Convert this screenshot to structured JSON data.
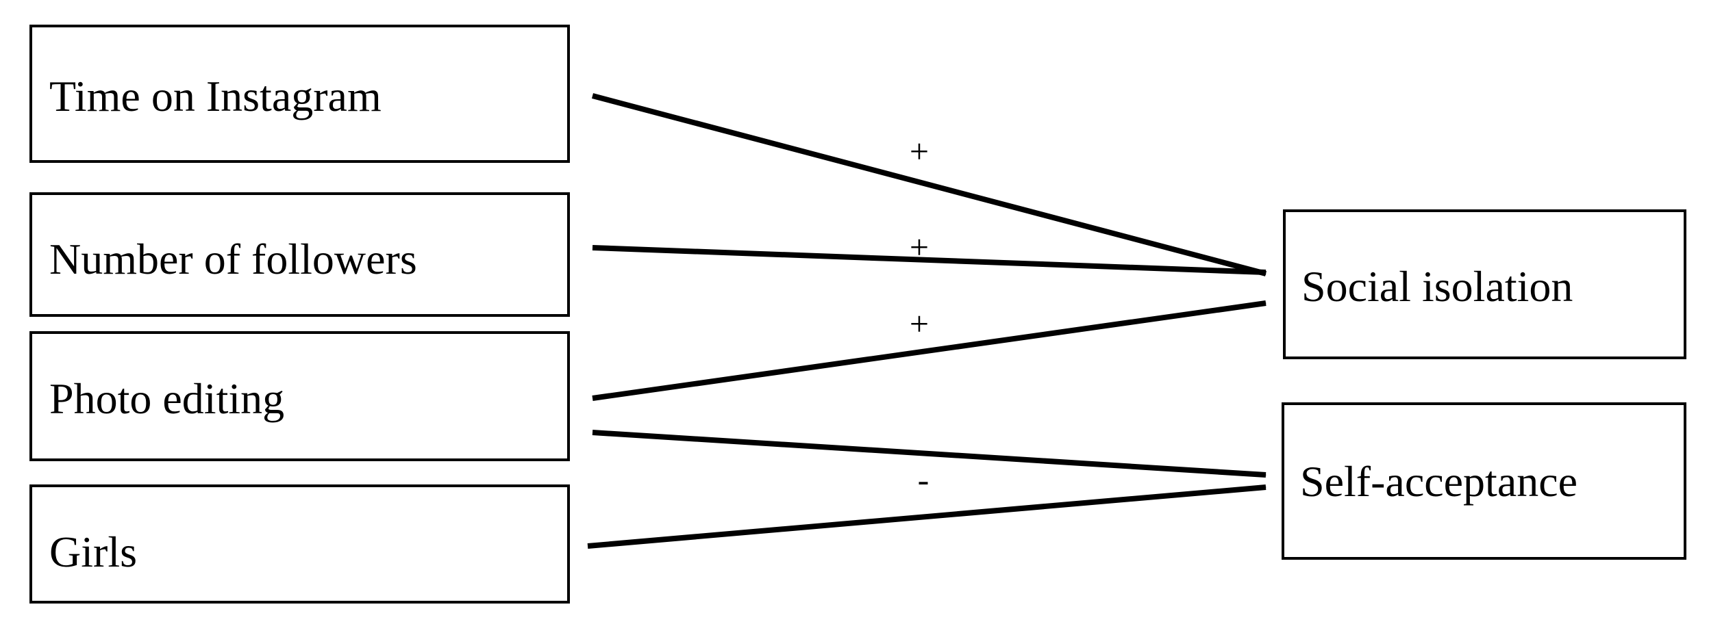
{
  "predictors": {
    "time_on_instagram": "Time on Instagram",
    "number_of_followers": "Number of followers",
    "photo_editing": "Photo editing",
    "girls": "Girls"
  },
  "outcomes": {
    "social_isolation": "Social isolation",
    "self_acceptance": "Self-acceptance"
  },
  "paths": [
    {
      "from": "time_on_instagram",
      "to": "social_isolation",
      "sign": "+"
    },
    {
      "from": "number_of_followers",
      "to": "social_isolation",
      "sign": "+"
    },
    {
      "from": "photo_editing",
      "to": "social_isolation",
      "sign": "+"
    },
    {
      "from": "photo_editing",
      "to": "self_acceptance",
      "sign": ""
    },
    {
      "from": "girls",
      "to": "self_acceptance",
      "sign": "-"
    }
  ],
  "colors": {
    "stroke": "#000000",
    "background": "#ffffff"
  }
}
